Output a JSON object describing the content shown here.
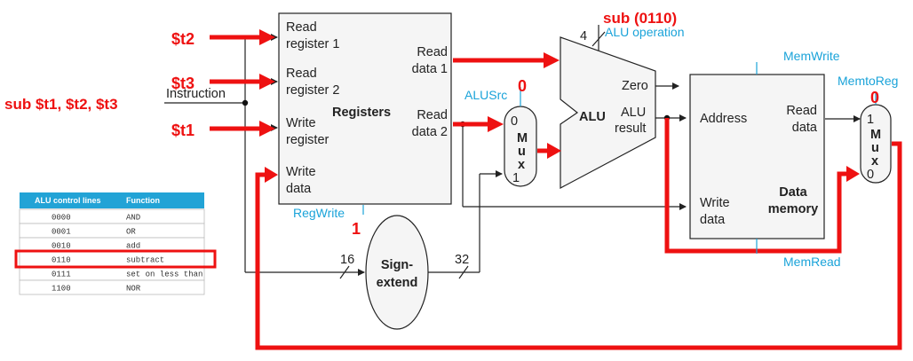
{
  "instruction": "sub $t1, $t2, $t3",
  "inputs": {
    "t2": "$t2",
    "t3": "$t3",
    "t1": "$t1",
    "instruction_label": "Instruction"
  },
  "registers": {
    "read_reg1_l1": "Read",
    "read_reg1_l2": "register 1",
    "read_reg2_l1": "Read",
    "read_reg2_l2": "register 2",
    "write_reg_l1": "Write",
    "write_reg_l2": "register",
    "write_data_l1": "Write",
    "write_data_l2": "data",
    "title": "Registers",
    "read_data1_l1": "Read",
    "read_data1_l2": "data 1",
    "read_data2_l1": "Read",
    "read_data2_l2": "data 2"
  },
  "control": {
    "alu_op_signal": "sub (0110)",
    "alu_op_width": "4",
    "alu_op_label": "ALU operation",
    "alusrc_label": "ALUSrc",
    "alusrc_value": "0",
    "regwrite_label": "RegWrite",
    "regwrite_value": "1",
    "memwrite_label": "MemWrite",
    "memtoreg_label": "MemtoReg",
    "memtoreg_value": "0",
    "memread_label": "MemRead"
  },
  "mux1": {
    "in0": "0",
    "in1": "1",
    "m": "M",
    "u": "u",
    "x": "x"
  },
  "mux2": {
    "in1": "1",
    "in0": "0",
    "m": "M",
    "u": "u",
    "x": "x"
  },
  "alu": {
    "title": "ALU",
    "zero": "Zero",
    "result_l1": "ALU",
    "result_l2": "result"
  },
  "memory": {
    "address": "Address",
    "read_data_l1": "Read",
    "read_data_l2": "data",
    "write_data_l1": "Write",
    "write_data_l2": "data",
    "title_l1": "Data",
    "title_l2": "memory"
  },
  "sign_extend": {
    "l1": "Sign-",
    "l2": "extend",
    "in_width": "16",
    "out_width": "32"
  },
  "alu_table": {
    "headers": [
      "ALU control lines",
      "Function"
    ],
    "rows": [
      [
        "0000",
        "AND"
      ],
      [
        "0001",
        "OR"
      ],
      [
        "0010",
        "add"
      ],
      [
        "0110",
        "subtract"
      ],
      [
        "0111",
        "set on less than"
      ],
      [
        "1100",
        "NOR"
      ]
    ],
    "highlighted_row": 3
  },
  "colors": {
    "highlight": "#ee1111",
    "control": "#1aa3d9",
    "table_header": "#22a3d6"
  }
}
